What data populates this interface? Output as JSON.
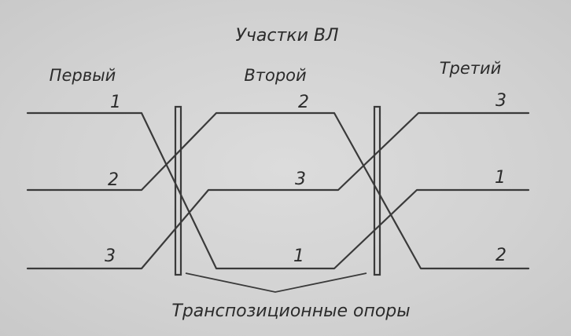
{
  "title": "Участки ВЛ",
  "sections": [
    {
      "name": "Первый",
      "labels": [
        "1",
        "2",
        "3"
      ]
    },
    {
      "name": "Второй",
      "labels": [
        "2",
        "3",
        "1"
      ]
    },
    {
      "name": "Третий",
      "labels": [
        "3",
        "1",
        "2"
      ]
    }
  ],
  "caption": "Транспозиционные опоры"
}
